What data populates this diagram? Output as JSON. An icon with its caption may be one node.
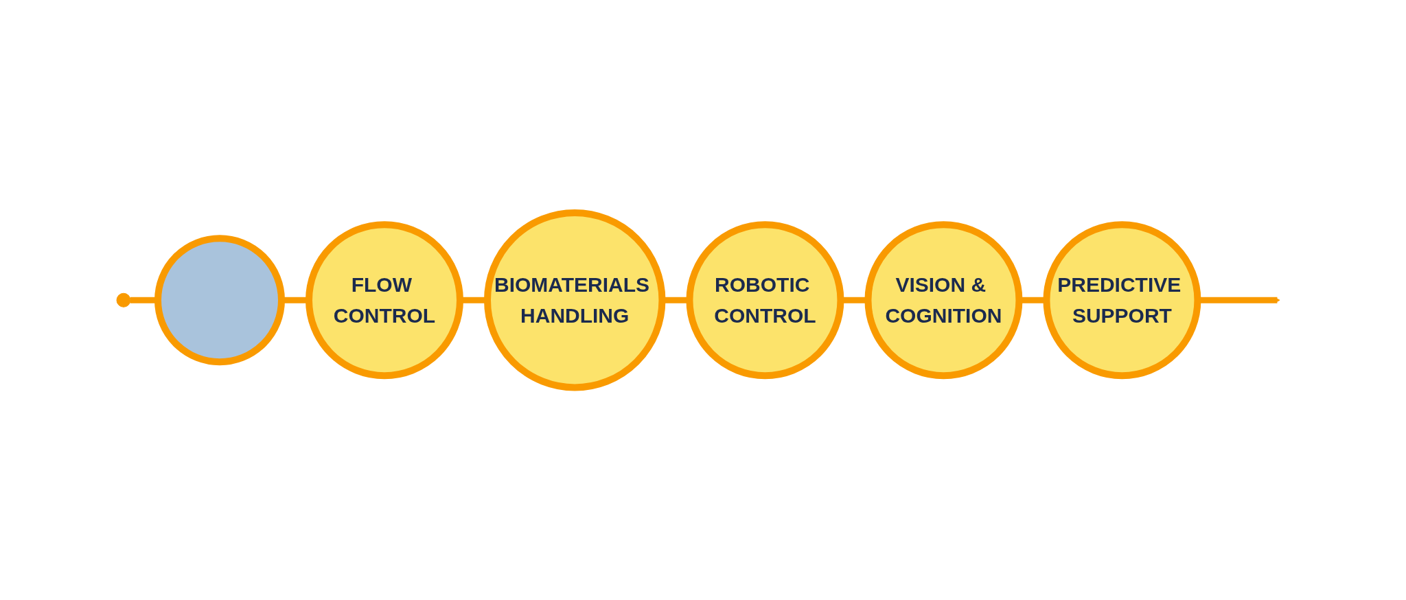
{
  "diagram": {
    "nodes": [
      {
        "text": [],
        "shape": "picture"
      },
      {
        "text": [],
        "shape": "circle"
      },
      {
        "text": [
          "FLOW CONTROL"
        ]
      },
      {
        "text": [
          "BIOMATERIALS HANDLING"
        ]
      },
      {
        "text": [
          "ROBOTIC CONTROL"
        ]
      },
      {
        "text": [
          "VISION & COGNITION"
        ]
      },
      {
        "text": [
          "PREDICTIVE SUPPORT"
        ]
      }
    ],
    "edges": [
      {
        "from": 1,
        "to": 0,
        "arrow": "none"
      },
      {
        "from": 0,
        "to": 2,
        "arrow": "none"
      },
      {
        "from": 2,
        "to": 3,
        "arrow": "none"
      },
      {
        "from": 3,
        "to": 4,
        "arrow": "none"
      },
      {
        "from": 4,
        "to": 5,
        "arrow": "none"
      },
      {
        "from": 5,
        "to": 6,
        "arrow": "none"
      },
      {
        "from": 6,
        "to": null,
        "arrow": "to"
      }
    ]
  }
}
